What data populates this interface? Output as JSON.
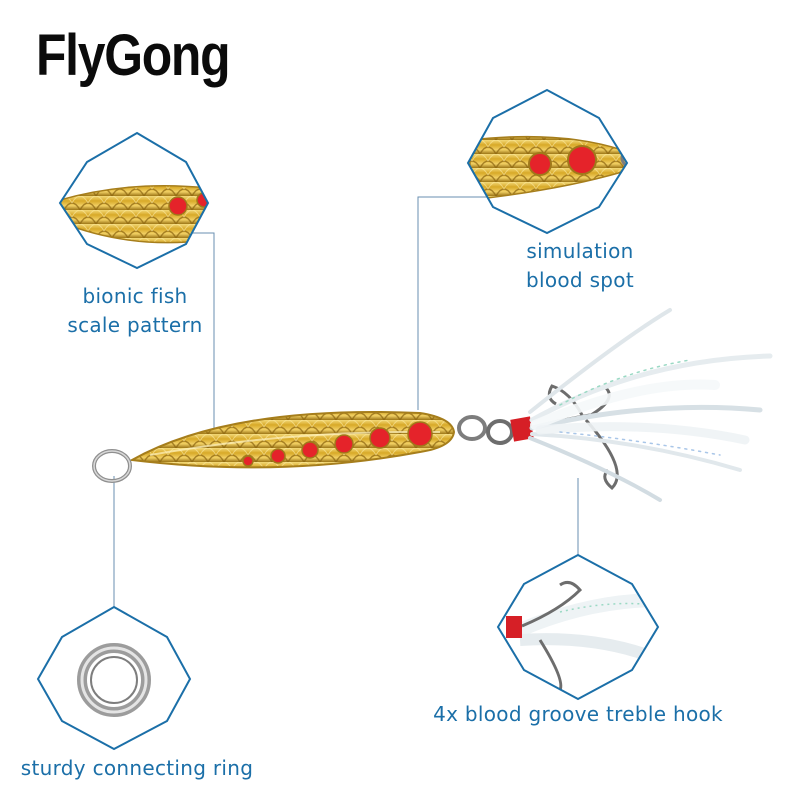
{
  "brand": {
    "name": "FlyGong"
  },
  "callouts": {
    "scale": {
      "line1": "bionic fish",
      "line2": "scale pattern"
    },
    "blood": {
      "line1": "simulation",
      "line2": "blood spot"
    },
    "hook": {
      "text": "4x blood groove treble hook"
    },
    "ring": {
      "text": "sturdy connecting ring"
    }
  },
  "colors": {
    "accent": "#1b6fa8",
    "gold": "#d9b23a",
    "blood": "#e5232a",
    "background": "#ffffff"
  }
}
